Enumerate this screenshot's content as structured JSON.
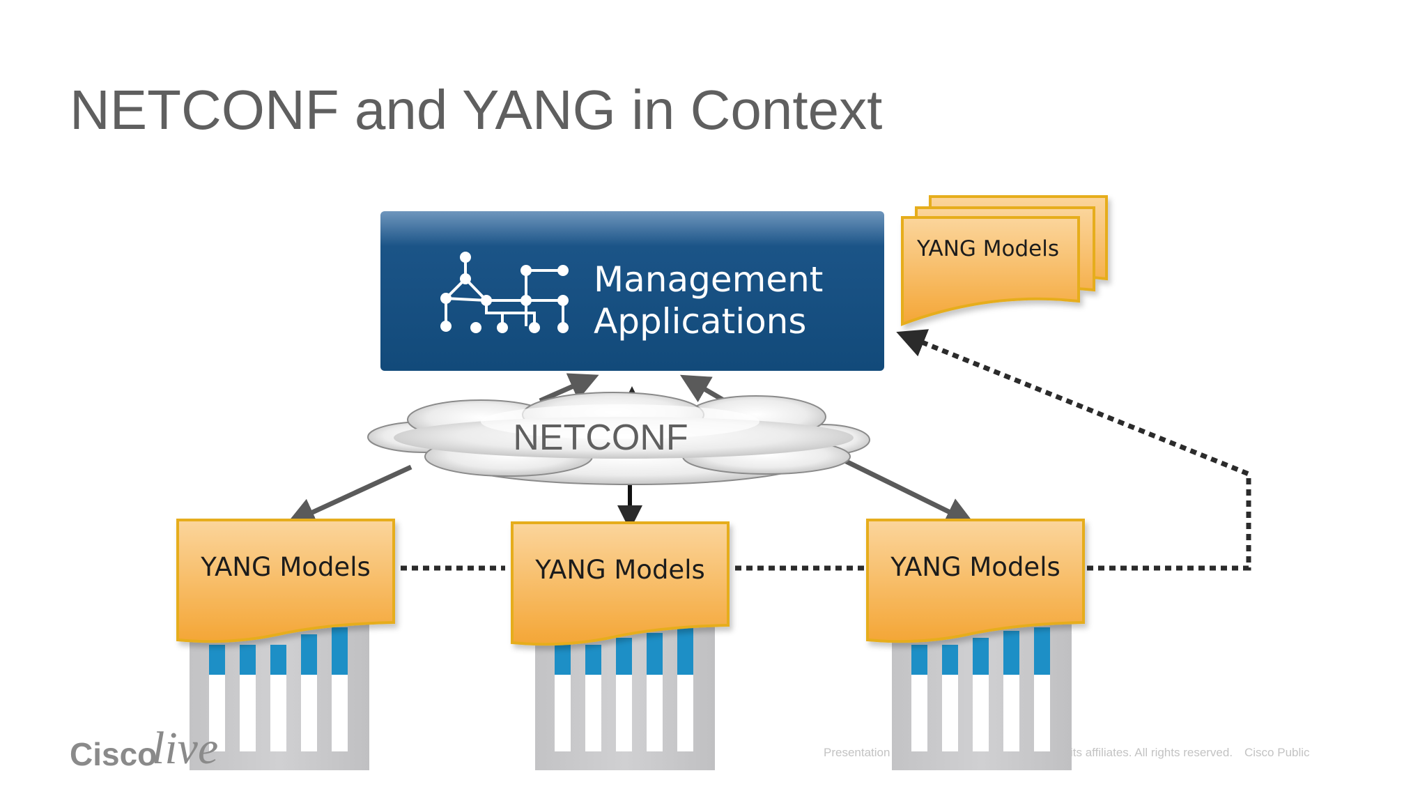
{
  "slide": {
    "title": "NETCONF and YANG in Context",
    "logo_text": "Cisco",
    "logo_script": "live",
    "footer_left": "Presentation",
    "footer_right": "its affiliates. All rights reserved.",
    "footer_public": "Cisco Public"
  },
  "diagram": {
    "management": {
      "line1": "Management",
      "line2": "Applications"
    },
    "cloud_label": "NETCONF",
    "top_models_label": "YANG Models",
    "devices": [
      {
        "models_label": "YANG Models"
      },
      {
        "models_label": "YANG Models"
      },
      {
        "models_label": "YANG Models"
      }
    ]
  },
  "colors": {
    "mgmt_blue": "#124a7a",
    "yang_orange": "#f5b04a",
    "yang_border": "#e6ad1e",
    "title_gray": "#5f5f5f",
    "port_blue": "#1d8fc6",
    "device_gray": "#c9c9cb"
  }
}
